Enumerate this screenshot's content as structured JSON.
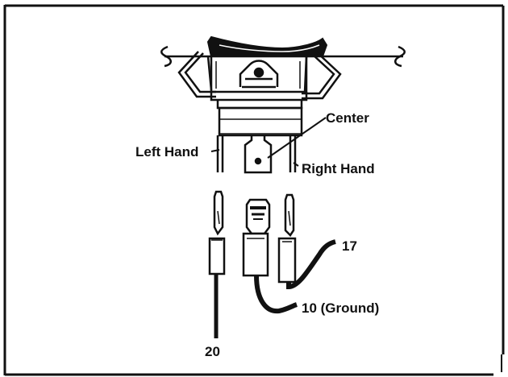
{
  "labels": {
    "center": "Center",
    "left_hand": "Left Hand",
    "right_hand": "Right Hand",
    "wire_17": "17",
    "wire_10": "10 (Ground)",
    "wire_20": "20"
  },
  "colors": {
    "ink": "#111111",
    "paper": "#ffffff"
  }
}
